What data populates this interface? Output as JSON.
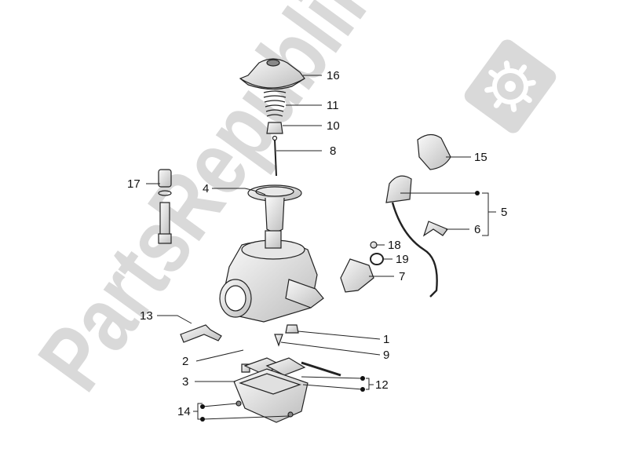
{
  "watermark": {
    "text": "PartsRepublik",
    "icon": "gear-icon",
    "color": "#d4d4d4"
  },
  "callouts": [
    {
      "id": "c1",
      "number": "1"
    },
    {
      "id": "c2",
      "number": "2"
    },
    {
      "id": "c3",
      "number": "3"
    },
    {
      "id": "c4",
      "number": "4"
    },
    {
      "id": "c5",
      "number": "5"
    },
    {
      "id": "c6",
      "number": "6"
    },
    {
      "id": "c7",
      "number": "7"
    },
    {
      "id": "c8",
      "number": "8"
    },
    {
      "id": "c9",
      "number": "9"
    },
    {
      "id": "c10",
      "number": "10"
    },
    {
      "id": "c11",
      "number": "11"
    },
    {
      "id": "c12",
      "number": "12"
    },
    {
      "id": "c13",
      "number": "13"
    },
    {
      "id": "c14",
      "number": "14"
    },
    {
      "id": "c15",
      "number": "15"
    },
    {
      "id": "c16",
      "number": "16"
    },
    {
      "id": "c17",
      "number": "17"
    },
    {
      "id": "c18",
      "number": "18"
    },
    {
      "id": "c19",
      "number": "19"
    }
  ],
  "colors": {
    "line": "#222222",
    "part_fill": "#f2f2f2",
    "part_shade": "#cfcfcf",
    "label": "#111111"
  }
}
